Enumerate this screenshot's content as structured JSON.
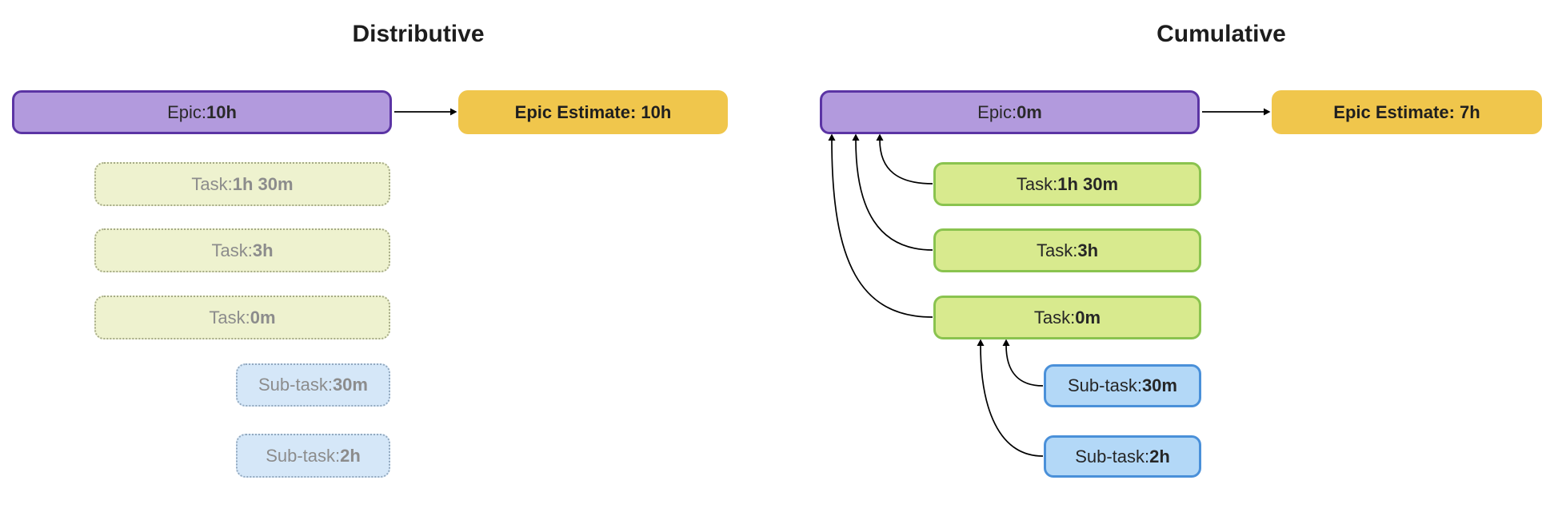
{
  "panels": [
    {
      "title": "Distributive",
      "epic": {
        "label": "Epic: ",
        "value": "10h"
      },
      "estimate": {
        "text": "Epic Estimate: 10h"
      },
      "tasks": [
        {
          "label": "Task: ",
          "value": "1h 30m"
        },
        {
          "label": "Task: ",
          "value": "3h"
        },
        {
          "label": "Task: ",
          "value": "0m"
        }
      ],
      "subtasks": [
        {
          "label": "Sub-task: ",
          "value": "30m"
        },
        {
          "label": "Sub-task: ",
          "value": "2h"
        }
      ]
    },
    {
      "title": "Cumulative",
      "epic": {
        "label": "Epic: ",
        "value": "0m"
      },
      "estimate": {
        "text": "Epic Estimate: 7h"
      },
      "tasks": [
        {
          "label": "Task: ",
          "value": "1h 30m"
        },
        {
          "label": "Task: ",
          "value": "3h"
        },
        {
          "label": "Task: ",
          "value": "0m"
        }
      ],
      "subtasks": [
        {
          "label": "Sub-task: ",
          "value": "30m"
        },
        {
          "label": "Sub-task: ",
          "value": "2h"
        }
      ]
    }
  ],
  "colors": {
    "epic_fill": "#b29add",
    "epic_border": "#5b34a4",
    "estimate_fill": "#f0c64c",
    "task_fill": "#d8ea8e",
    "task_border": "#8ac34f",
    "task_faded_fill": "#eef2cf",
    "subtask_fill": "#b3d8f7",
    "subtask_border": "#4a90d9",
    "subtask_faded_fill": "#d5e7f8",
    "faded_text": "#8c8c8c",
    "arrow": "#000000"
  }
}
